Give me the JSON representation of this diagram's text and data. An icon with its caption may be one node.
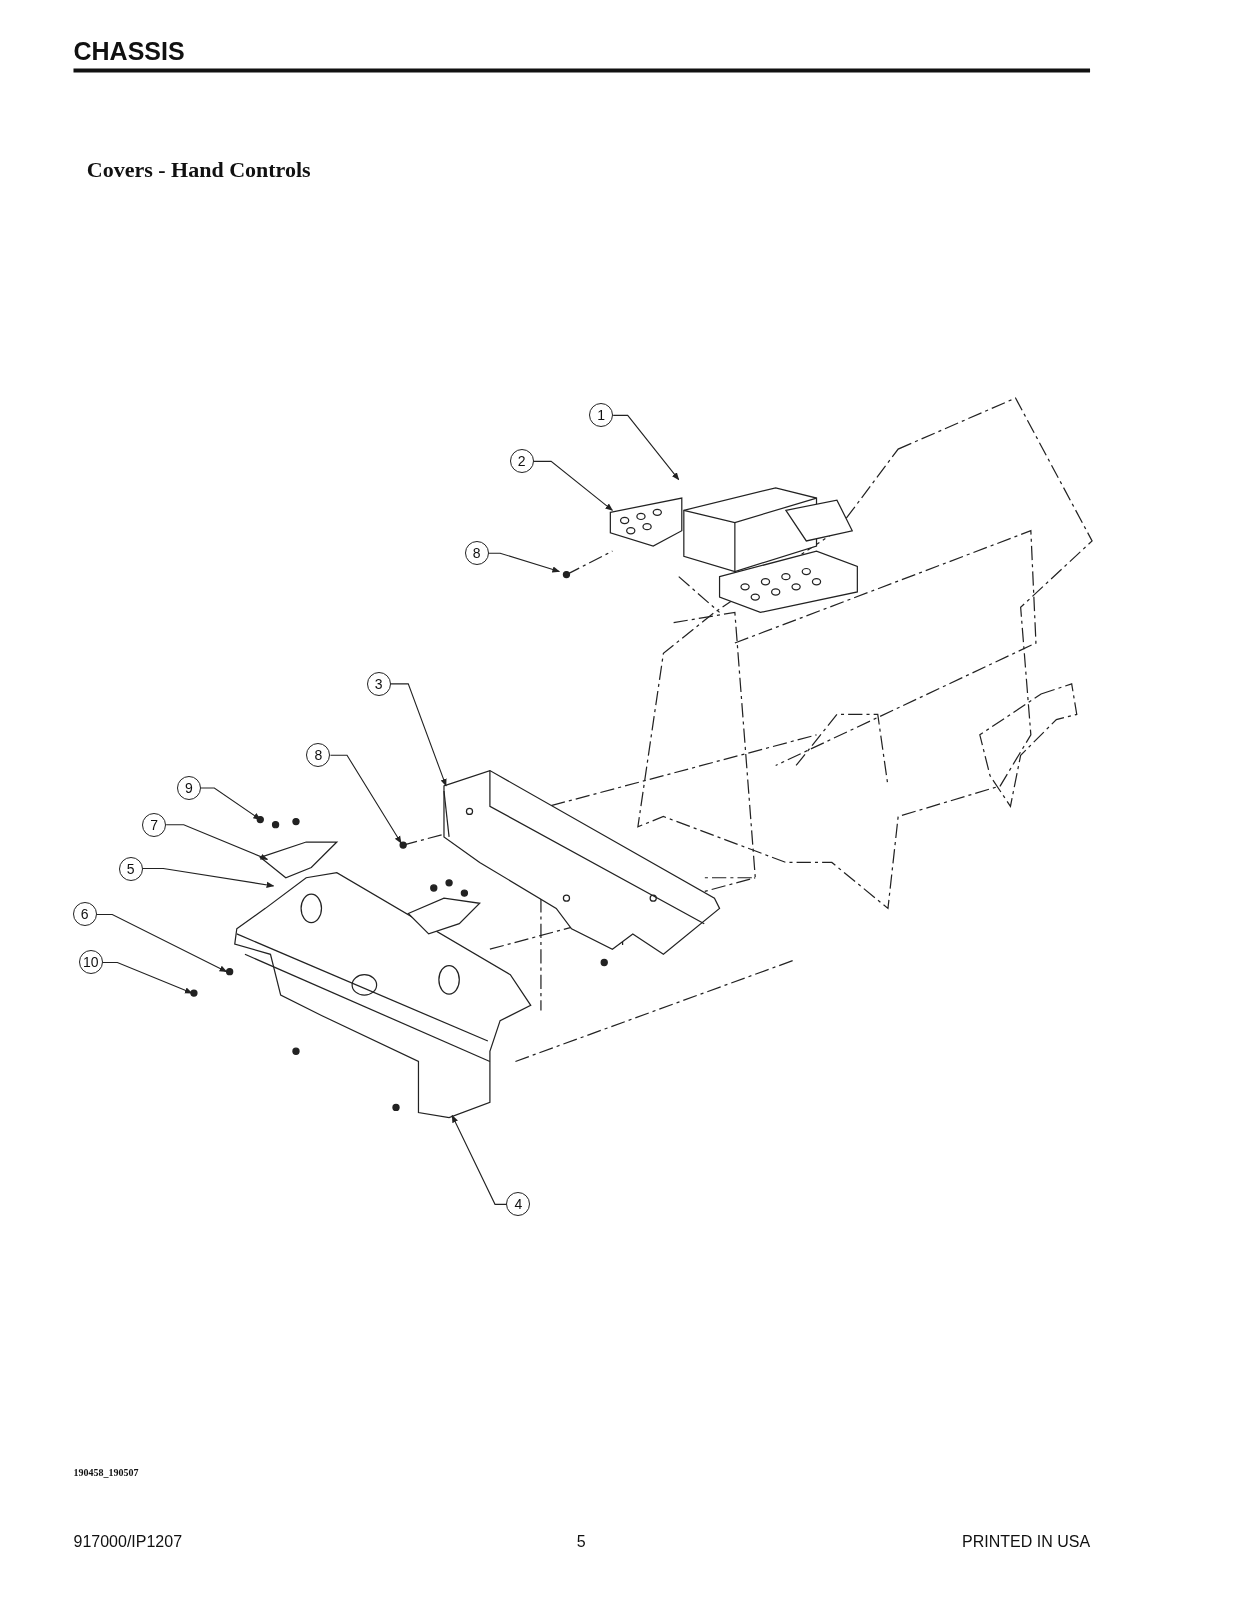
{
  "diagram": {
    "title": "CHASSIS",
    "nodes": [
      {
        "text": [
          "1"
        ]
      },
      {
        "text": [
          "2"
        ]
      },
      {
        "text": [
          "8"
        ]
      },
      {
        "text": [
          "3"
        ]
      },
      {
        "text": [
          "8"
        ]
      },
      {
        "text": [
          "9"
        ]
      },
      {
        "text": [
          "7"
        ]
      },
      {
        "text": [
          "5"
        ]
      },
      {
        "text": [
          "6"
        ]
      },
      {
        "text": [
          "10"
        ]
      },
      {
        "text": [
          "4"
        ]
      }
    ],
    "edges": [
      {
        "from": 0,
        "to": null,
        "arrow": "to"
      },
      {
        "from": 1,
        "to": null,
        "arrow": "to"
      },
      {
        "from": 2,
        "to": null,
        "arrow": "to"
      },
      {
        "from": 3,
        "to": null,
        "arrow": "to"
      },
      {
        "from": 4,
        "to": null,
        "arrow": "to"
      },
      {
        "from": 5,
        "to": null,
        "arrow": "to"
      },
      {
        "from": 6,
        "to": null,
        "arrow": "to"
      },
      {
        "from": 7,
        "to": null,
        "arrow": "to"
      },
      {
        "from": 8,
        "to": null,
        "arrow": "to"
      },
      {
        "from": 9,
        "to": null,
        "arrow": "to"
      },
      {
        "from": 10,
        "to": null,
        "arrow": "to"
      }
    ],
    "labels": [
      "Covers - Hand Controls",
      "190458_190507",
      "917000/IP1207",
      "5",
      "PRINTED IN USA"
    ]
  }
}
